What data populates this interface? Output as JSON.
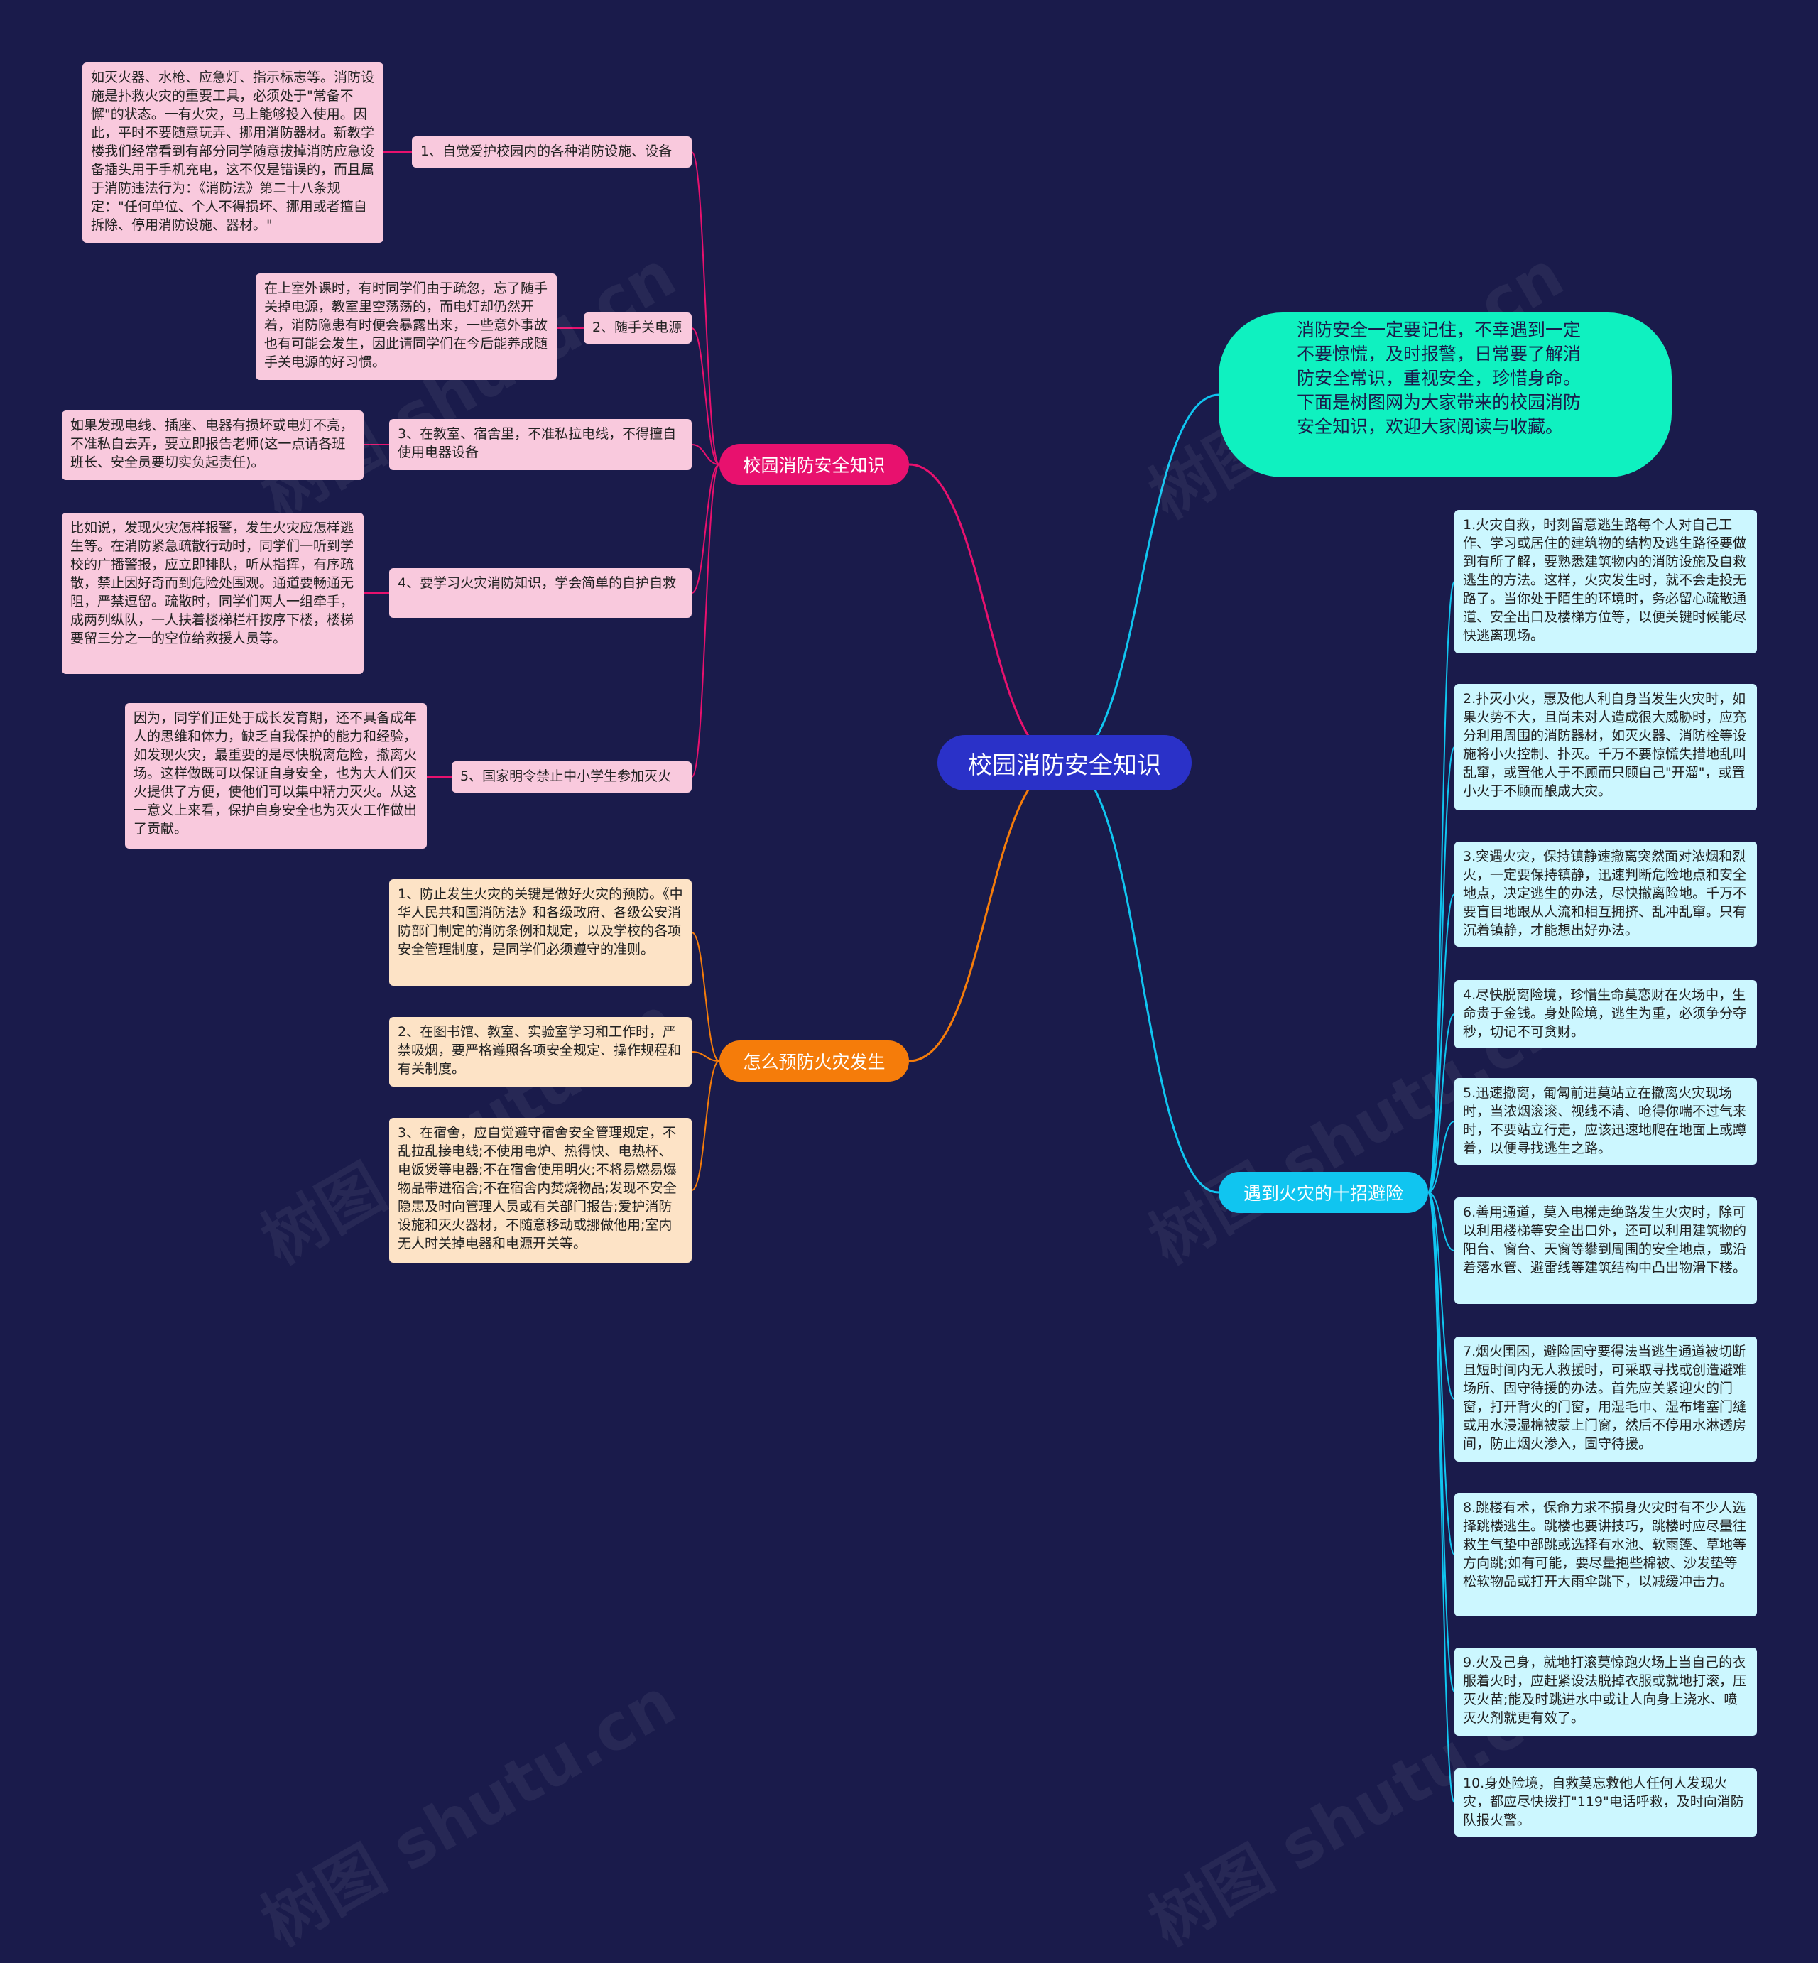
{
  "center": {
    "label": "校园消防安全知识"
  },
  "intro": {
    "text": "消防安全一定要记住，不幸遇到一定不要惊慌，及时报警，日常要了解消防安全常识，重视安全，珍惜身命。下面是树图网为大家带来的校园消防安全知识，欢迎大家阅读与收藏。"
  },
  "branch_knowledge": {
    "label": "校园消防安全知识",
    "items": [
      {
        "label": "1、自觉爱护校园内的各种消防设施、设备",
        "detail": "如灭火器、水枪、应急灯、指示标志等。消防设施是扑救火灾的重要工具，必须处于\"常备不懈\"的状态。一有火灾，马上能够投入使用。因此，平时不要随意玩弄、挪用消防器材。新教学楼我们经常看到有部分同学随意拔掉消防应急设备插头用于手机充电，这不仅是错误的，而且属于消防违法行为：《消防法》第二十八条规定：\"任何单位、个人不得损坏、挪用或者擅自拆除、停用消防设施、器材。\""
      },
      {
        "label": "2、随手关电源",
        "detail": "在上室外课时，有时同学们由于疏忽，忘了随手关掉电源，教室里空荡荡的，而电灯却仍然开着，消防隐患有时便会暴露出来，一些意外事故也有可能会发生，因此请同学们在今后能养成随手关电源的好习惯。"
      },
      {
        "label": "3、在教室、宿舍里，不准私拉电线，不得擅自使用电器设备",
        "detail": "如果发现电线、插座、电器有损坏或电灯不亮，不准私自去弄，要立即报告老师(这一点请各班班长、安全员要切实负起责任)。"
      },
      {
        "label": "4、要学习火灾消防知识，学会简单的自护自救",
        "detail": "比如说，发现火灾怎样报警，发生火灾应怎样逃生等。在消防紧急疏散行动时，同学们一听到学校的广播警报，应立即排队，听从指挥，有序疏散，禁止因好奇而到危险处围观。通道要畅通无阻，严禁逗留。疏散时，同学们两人一组牵手，成两列纵队，一人扶着楼梯栏杆按序下楼，楼梯要留三分之一的空位给救援人员等。"
      },
      {
        "label": "5、国家明令禁止中小学生参加灭火",
        "detail": "因为，同学们正处于成长发育期，还不具备成年人的思维和体力，缺乏自我保护的能力和经验，如发现火灾，最重要的是尽快脱离危险，撤离火场。这样做既可以保证自身安全，也为大人们灭火提供了方便，使他们可以集中精力灭火。从这一意义上来看，保护自身安全也为灭火工作做出了贡献。"
      }
    ]
  },
  "branch_prevent": {
    "label": "怎么预防火灾发生",
    "items": [
      "1、防止发生火灾的关键是做好火灾的预防。《中华人民共和国消防法》和各级政府、各级公安消防部门制定的消防条例和规定，以及学校的各项安全管理制度，是同学们必须遵守的准则。",
      "2、在图书馆、教室、实验室学习和工作时，严禁吸烟，要严格遵照各项安全规定、操作规程和有关制度。",
      "3、在宿舍，应自觉遵守宿舍安全管理规定，不乱拉乱接电线;不使用电炉、热得快、电热杯、电饭煲等电器;不在宿舍使用明火;不将易燃易爆物品带进宿舍;不在宿舍内焚烧物品;发现不安全隐患及时向管理人员或有关部门报告;爱护消防设施和灭火器材，不随意移动或挪做他用;室内无人时关掉电器和电源开关等。"
    ]
  },
  "branch_escape": {
    "label": "遇到火灾的十招避险",
    "items": [
      "1.火灾自救，时刻留意逃生路每个人对自己工作、学习或居住的建筑物的结构及逃生路径要做到有所了解，要熟悉建筑物内的消防设施及自救逃生的方法。这样，火灾发生时，就不会走投无路了。当你处于陌生的环境时，务必留心疏散通道、安全出口及楼梯方位等，以便关键时候能尽快逃离现场。",
      "2.扑灭小火，惠及他人利自身当发生火灾时，如果火势不大，且尚未对人造成很大威胁时，应充分利用周围的消防器材，如灭火器、消防栓等设施将小火控制、扑灭。千万不要惊慌失措地乱叫乱窜，或置他人于不顾而只顾自己\"开溜\"，或置小火于不顾而酿成大灾。",
      "3.突遇火灾，保持镇静速撤离突然面对浓烟和烈火，一定要保持镇静，迅速判断危险地点和安全地点，决定逃生的办法，尽快撤离险地。千万不要盲目地跟从人流和相互拥挤、乱冲乱窜。只有沉着镇静，才能想出好办法。",
      "4.尽快脱离险境，珍惜生命莫恋财在火场中，生命贵于金钱。身处险境，逃生为重，必须争分夺秒，切记不可贪财。",
      "5.迅速撤离，匍匐前进莫站立在撤离火灾现场时，当浓烟滚滚、视线不清、呛得你喘不过气来时，不要站立行走，应该迅速地爬在地面上或蹲着，以便寻找逃生之路。",
      "6.善用通道，莫入电梯走绝路发生火灾时，除可以利用楼梯等安全出口外，还可以利用建筑物的阳台、窗台、天窗等攀到周围的安全地点，或沿着落水管、避雷线等建筑结构中凸出物滑下楼。",
      "7.烟火围困，避险固守要得法当逃生通道被切断且短时间内无人救援时，可采取寻找或创造避难场所、固守待援的办法。首先应关紧迎火的门窗，打开背火的门窗，用湿毛巾、湿布堵塞门缝或用水浸湿棉被蒙上门窗，然后不停用水淋透房间，防止烟火渗入，固守待援。",
      "8.跳楼有术，保命力求不损身火灾时有不少人选择跳楼逃生。跳楼也要讲技巧，跳楼时应尽量往救生气垫中部跳或选择有水池、软雨篷、草地等方向跳;如有可能，要尽量抱些棉被、沙发垫等松软物品或打开大雨伞跳下，以减缓冲击力。",
      "9.火及己身，就地打滚莫惊跑火场上当自己的衣服着火时，应赶紧设法脱掉衣服或就地打滚，压灭火苗;能及时跳进水中或让人向身上浇水、喷灭火剂就更有效了。",
      "10.身处险境，自救莫忘救他人任何人发现火灾，都应尽快拨打\"119\"电话呼救，及时向消防队报火警。"
    ]
  },
  "watermark": "树图 shutu.cn",
  "colors": {
    "background": "#1a1b4b",
    "center": "#2a31c8",
    "knowledge": "#e8116e",
    "prevent": "#f57c0a",
    "escape": "#10c5f0",
    "intro": "#0ff1c0"
  }
}
